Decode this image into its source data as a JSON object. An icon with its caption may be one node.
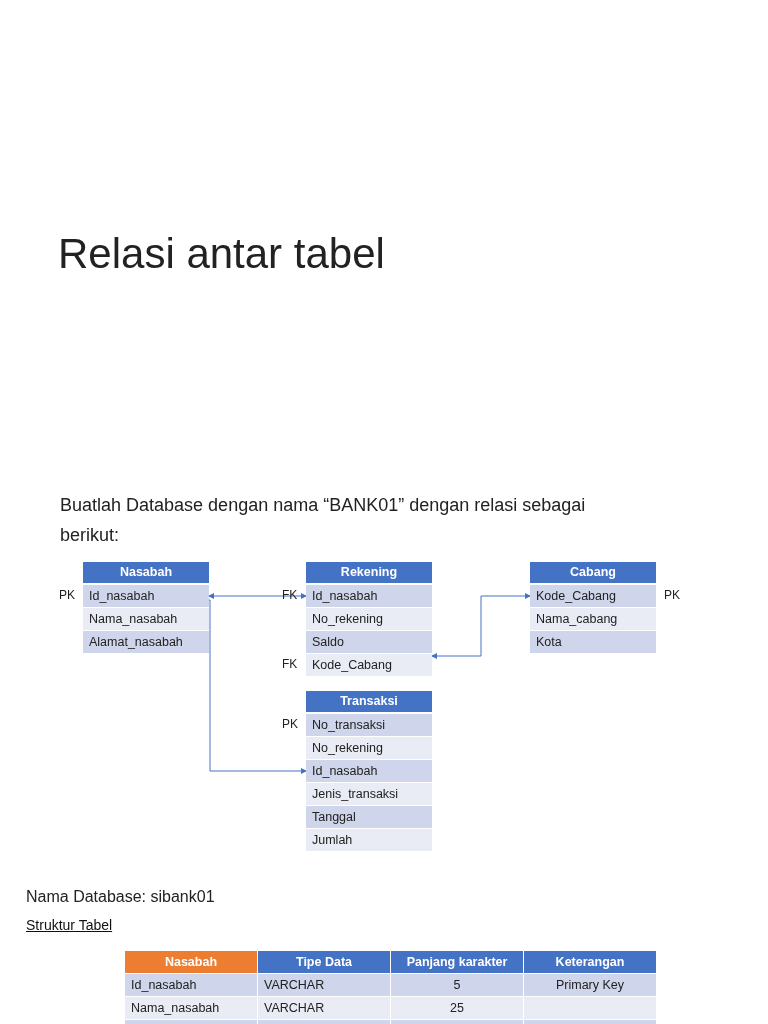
{
  "diagram": {
    "title": "Relasi antar tabel",
    "nodes": [
      {
        "text": [
          "Nasabah"
        ]
      },
      {
        "text": [
          "Id_nasabah"
        ],
        "in": 0,
        "beside": [
          "PK"
        ]
      },
      {
        "text": [
          "Nama_nasabah"
        ],
        "in": 0
      },
      {
        "text": [
          "Alamat_nasabah"
        ],
        "in": 0
      },
      {
        "text": [
          "Rekening"
        ]
      },
      {
        "text": [
          "Id_nasabah"
        ],
        "in": 4,
        "beside": [
          "FK"
        ]
      },
      {
        "text": [
          "No_rekening"
        ],
        "in": 4
      },
      {
        "text": [
          "Saldo"
        ],
        "in": 4
      },
      {
        "text": [
          "Kode_Cabang"
        ],
        "in": 4,
        "beside": [
          "FK"
        ]
      },
      {
        "text": [
          "Cabang"
        ]
      },
      {
        "text": [
          "Kode_Cabang"
        ],
        "in": 9,
        "beside": [
          "PK"
        ]
      },
      {
        "text": [
          "Nama_cabang"
        ],
        "in": 9
      },
      {
        "text": [
          "Kota"
        ],
        "in": 9
      },
      {
        "text": [
          "Transaksi"
        ]
      },
      {
        "text": [
          "No_transaksi"
        ],
        "in": 13,
        "beside": [
          "PK"
        ]
      },
      {
        "text": [
          "No_rekening"
        ],
        "in": 13
      },
      {
        "text": [
          "Id_nasabah"
        ],
        "in": 13
      },
      {
        "text": [
          "Jenis_transaksi"
        ],
        "in": 13
      },
      {
        "text": [
          "Tanggal"
        ],
        "in": 13
      },
      {
        "text": [
          "Jumlah"
        ],
        "in": 13
      }
    ],
    "edges": [
      {
        "from": 1,
        "to": 5,
        "arrow": "both"
      },
      {
        "from": 10,
        "to": 8,
        "arrow": "both"
      },
      {
        "from": 1,
        "to": 16,
        "arrow": "to"
      }
    ],
    "labels": [
      "Buatlah Database dengan nama “BANK01” dengan relasi sebagai berikut:",
      "Nama Database: sibank01",
      "Struktur Tabel",
      "Nasabah",
      "Tipe Data",
      "Panjang karakter",
      "Keterangan",
      "Id_nasabah",
      "VARCHAR",
      "5",
      "Primary Key",
      "Nama_nasabah",
      "VARCHAR",
      "25"
    ]
  }
}
